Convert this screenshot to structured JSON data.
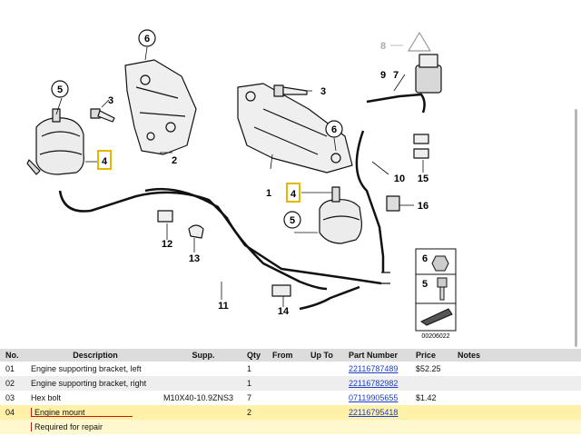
{
  "diagram": {
    "callouts": [
      "6",
      "5",
      "3",
      "4",
      "2",
      "1",
      "8",
      "7",
      "9",
      "10",
      "15",
      "16",
      "12",
      "13",
      "11",
      "14"
    ],
    "legend_numbers": [
      "6",
      "5"
    ],
    "image_id": "00206022",
    "warning_symbol": "warning-triangle-icon"
  },
  "table": {
    "headers": {
      "no": "No.",
      "description": "Description",
      "supp": "Supp.",
      "qty": "Qty",
      "from": "From",
      "upto": "Up To",
      "part_number": "Part Number",
      "price": "Price",
      "notes": "Notes"
    },
    "rows": [
      {
        "no": "01",
        "description": "Engine supporting bracket, left",
        "supp": "",
        "qty": "1",
        "from": "",
        "upto": "",
        "part_number": "22116787489",
        "price": "$52.25",
        "notes": ""
      },
      {
        "no": "02",
        "description": "Engine supporting bracket, right",
        "supp": "",
        "qty": "1",
        "from": "",
        "upto": "",
        "part_number": "22116782982",
        "price": "",
        "notes": ""
      },
      {
        "no": "03",
        "description": "Hex bolt",
        "supp": "M10X40-10.9ZNS3",
        "qty": "7",
        "from": "",
        "upto": "",
        "part_number": "07119905655",
        "price": "$1.42",
        "notes": ""
      },
      {
        "no": "04",
        "description": "Engine mount",
        "supp": "",
        "qty": "2",
        "from": "",
        "upto": "",
        "part_number": "22116795418",
        "price": "",
        "notes": ""
      }
    ],
    "note_row": {
      "text": "Required for repair"
    }
  },
  "colors": {
    "highlight": "#fff1a8",
    "callout_box": "#e5b800",
    "link": "#1d3fc9"
  }
}
